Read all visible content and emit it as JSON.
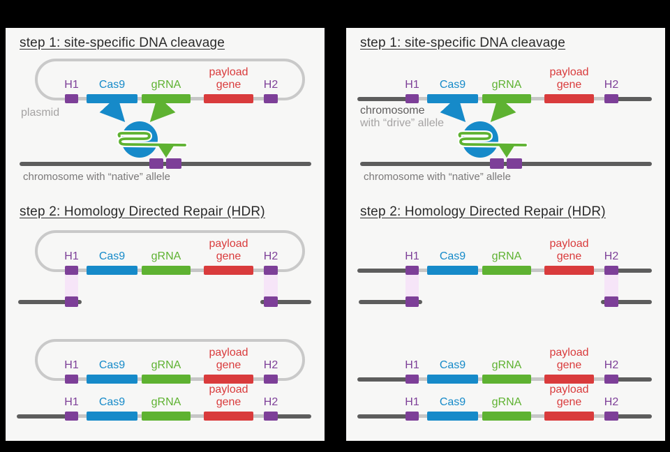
{
  "colors": {
    "panel_bg": "#f7f7f6",
    "purple": "#7d3f98",
    "blue": "#168ac9",
    "green": "#5eb231",
    "red": "#d93b3c",
    "plasmid_line": "#c9c9c9",
    "connector": "#c6c6c6",
    "chromosome_line": "#5d5d5d",
    "pink_band": "#f6e5f8"
  },
  "genes": [
    {
      "id": "h1",
      "label_lines": [
        "H1"
      ],
      "color": "#7d3f98"
    },
    {
      "id": "cas9",
      "label_lines": [
        "Cas9"
      ],
      "color": "#168ac9"
    },
    {
      "id": "grna",
      "label_lines": [
        "gRNA"
      ],
      "color": "#5eb231"
    },
    {
      "id": "payload",
      "label_lines": [
        "payload",
        "gene"
      ],
      "color": "#d93b3c"
    },
    {
      "id": "h2",
      "label_lines": [
        "H2"
      ],
      "color": "#7d3f98"
    }
  ],
  "panels": {
    "left": {
      "step1_title": "step 1: site-specific DNA cleavage",
      "step2_title": "step 2: Homology Directed Repair (HDR)",
      "construct_lines": [
        "plasmid"
      ],
      "native_caption": "chromosome with “native” allele"
    },
    "right": {
      "step1_title": "step 1: site-specific DNA cleavage",
      "step2_title": "step 2: Homology Directed Repair (HDR)",
      "construct_lines": [
        "chromosome",
        "with “drive” allele"
      ],
      "native_caption": "chromosome with “native” allele"
    }
  }
}
